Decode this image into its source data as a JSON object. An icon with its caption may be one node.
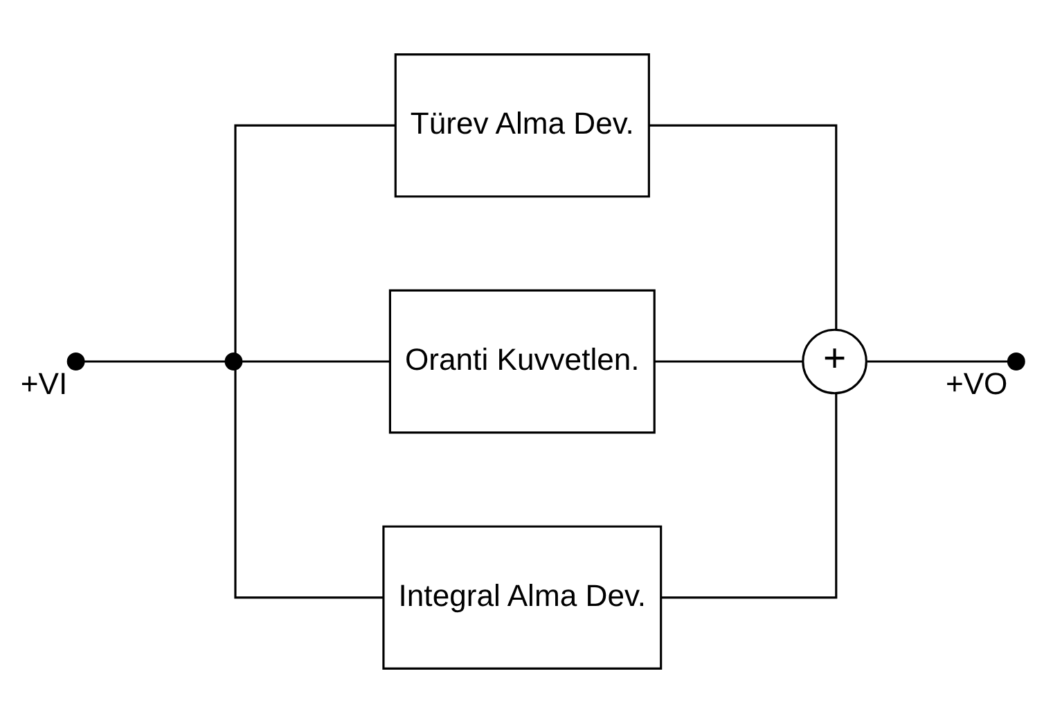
{
  "diagram": {
    "nodes": [
      {
        "text": [],
        "shape": "circle",
        "beside": [
          "+VI"
        ]
      },
      {
        "text": [],
        "shape": "circle"
      },
      {
        "text": [
          "Türev Alma Dev."
        ]
      },
      {
        "text": [
          "Oranti Kuvvetlen."
        ]
      },
      {
        "text": [
          "Integral Alma Dev."
        ]
      },
      {
        "text": [
          "+"
        ]
      },
      {
        "text": [],
        "shape": "circle",
        "beside": [
          "+VO"
        ]
      }
    ],
    "edges": [
      {
        "from": 0,
        "to": 1,
        "arrow": "none"
      },
      {
        "from": 1,
        "to": 2,
        "arrow": "none"
      },
      {
        "from": 1,
        "to": 3,
        "arrow": "none"
      },
      {
        "from": 1,
        "to": 4,
        "arrow": "none"
      },
      {
        "from": 2,
        "to": 5,
        "arrow": "none"
      },
      {
        "from": 3,
        "to": 5,
        "arrow": "none"
      },
      {
        "from": 4,
        "to": 5,
        "arrow": "none"
      },
      {
        "from": 5,
        "to": 6,
        "arrow": "none"
      }
    ]
  }
}
